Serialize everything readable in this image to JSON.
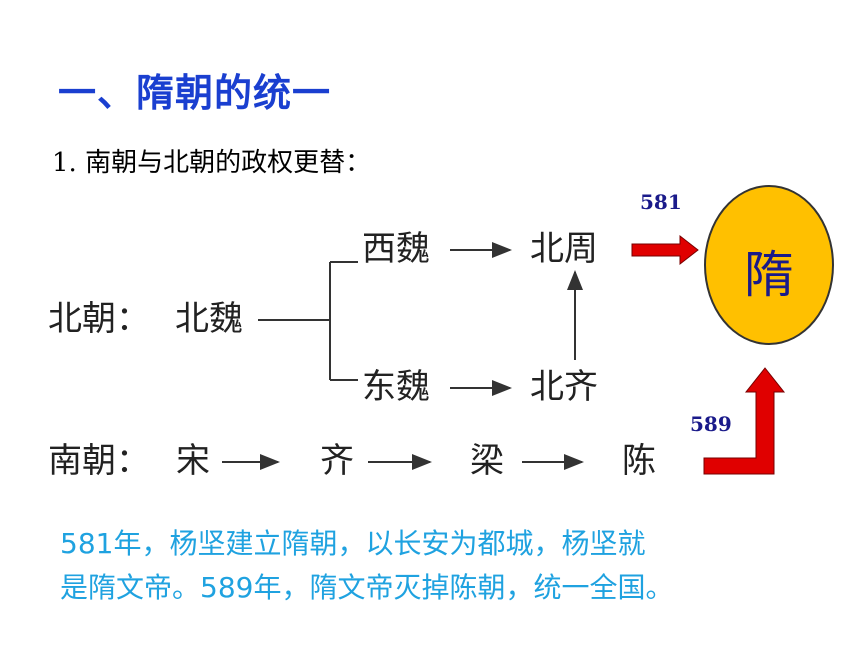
{
  "title": "一、隋朝的统一",
  "subtitle": "1. 南朝与北朝的政权更替：",
  "northern": {
    "label": "北朝：",
    "root": "北魏",
    "west_branch": [
      "西魏",
      "北周"
    ],
    "east_branch": [
      "东魏",
      "北齐"
    ]
  },
  "southern": {
    "label": "南朝：",
    "sequence": [
      "宋",
      "齐",
      "梁",
      "陈"
    ]
  },
  "result": "隋",
  "years": {
    "from_north": "581",
    "from_south": "589"
  },
  "caption": [
    "581年，杨坚建立隋朝，以长安为都城，杨坚就",
    "是隋文帝。589年，隋文帝灭掉陈朝，统一全国。"
  ],
  "colors": {
    "title": "#1a3fd0",
    "circle": "#ffc000",
    "arrow": "#e00000",
    "caption": "#1fa2e0"
  }
}
